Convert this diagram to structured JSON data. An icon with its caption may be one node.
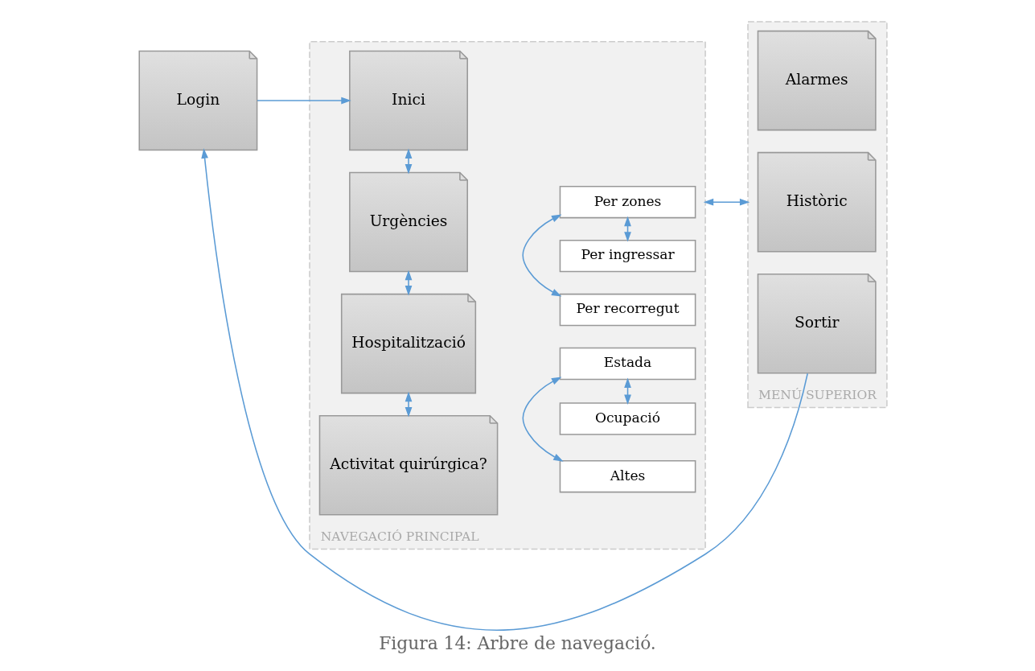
{
  "diagram": {
    "caption": "Figura 14: Arbre de navegació.",
    "nodes": [
      {
        "text": [
          "Login"
        ]
      },
      {
        "text": [
          "NAVEGACIÓ PRINCIPAL"
        ]
      },
      {
        "text": [
          "Inici"
        ],
        "in": 1
      },
      {
        "text": [
          "Urgències"
        ],
        "in": 1
      },
      {
        "text": [
          "Per ingressar"
        ],
        "in": 1
      },
      {
        "text": [
          "Per zones"
        ],
        "in": 1
      },
      {
        "text": [
          "Per recorregut"
        ],
        "in": 1
      },
      {
        "text": [
          "Hospitalització"
        ],
        "in": 1
      },
      {
        "text": [
          "Ocupació"
        ],
        "in": 1
      },
      {
        "text": [
          "Estada"
        ],
        "in": 1
      },
      {
        "text": [
          "Altes"
        ],
        "in": 1
      },
      {
        "text": [
          "Activitat quirúrgica?"
        ],
        "in": 1
      },
      {
        "text": [
          "MENÚ SUPERIOR"
        ]
      },
      {
        "text": [
          "Alarmes"
        ],
        "in": 12
      },
      {
        "text": [
          "Històric"
        ],
        "in": 12
      },
      {
        "text": [
          "Sortir"
        ],
        "in": 12
      }
    ],
    "edges": [
      {
        "from": 0,
        "to": 2,
        "arrow": "to"
      },
      {
        "from": 2,
        "to": 3,
        "arrow": "both"
      },
      {
        "from": 3,
        "to": 7,
        "arrow": "both"
      },
      {
        "from": 7,
        "to": 11,
        "arrow": "both"
      },
      {
        "from": 4,
        "to": 5,
        "arrow": "both"
      },
      {
        "from": 5,
        "to": 6,
        "arrow": "both"
      },
      {
        "from": 8,
        "to": 9,
        "arrow": "both"
      },
      {
        "from": 9,
        "to": 10,
        "arrow": "both"
      },
      {
        "from": 1,
        "to": 12,
        "arrow": "both"
      },
      {
        "from": 15,
        "to": 0,
        "arrow": "to"
      }
    ]
  }
}
